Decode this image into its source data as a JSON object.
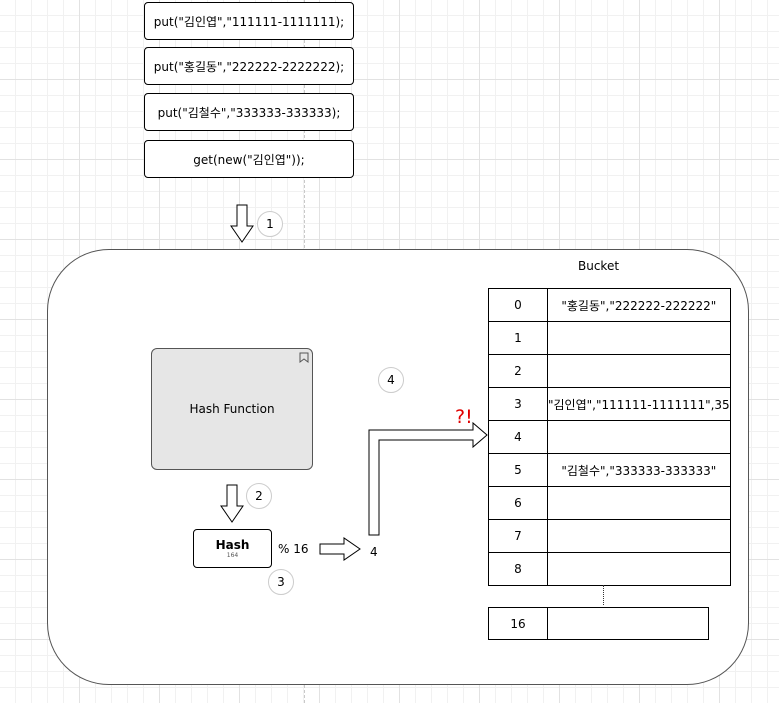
{
  "operations": [
    "put(\"김인엽\",\"111111-1111111);",
    "put(\"홍길동\",\"222222-2222222);",
    "put(\"김철수\",\"333333-333333);",
    "get(new(\"김인엽\"));"
  ],
  "steps": [
    "1",
    "2",
    "3",
    "4"
  ],
  "hash_function": {
    "label": "Hash Function"
  },
  "hash": {
    "label": "Hash",
    "value": "164",
    "modulo": "% 16",
    "result": "4"
  },
  "collision_mark": "?!",
  "bucket": {
    "title": "Bucket",
    "rows": [
      {
        "index": "0",
        "value": "\"홍길동\",\"222222-222222\""
      },
      {
        "index": "1",
        "value": ""
      },
      {
        "index": "2",
        "value": ""
      },
      {
        "index": "3",
        "value": "\"김인엽\",\"111111-1111111\",35"
      },
      {
        "index": "4",
        "value": ""
      },
      {
        "index": "5",
        "value": "\"김철수\",\"333333-333333\""
      },
      {
        "index": "6",
        "value": ""
      },
      {
        "index": "7",
        "value": ""
      },
      {
        "index": "8",
        "value": ""
      }
    ],
    "last_row": {
      "index": "16",
      "value": ""
    }
  },
  "colors": {
    "collision": "#e00000",
    "hash_function_fill": "#e6e6e6"
  }
}
